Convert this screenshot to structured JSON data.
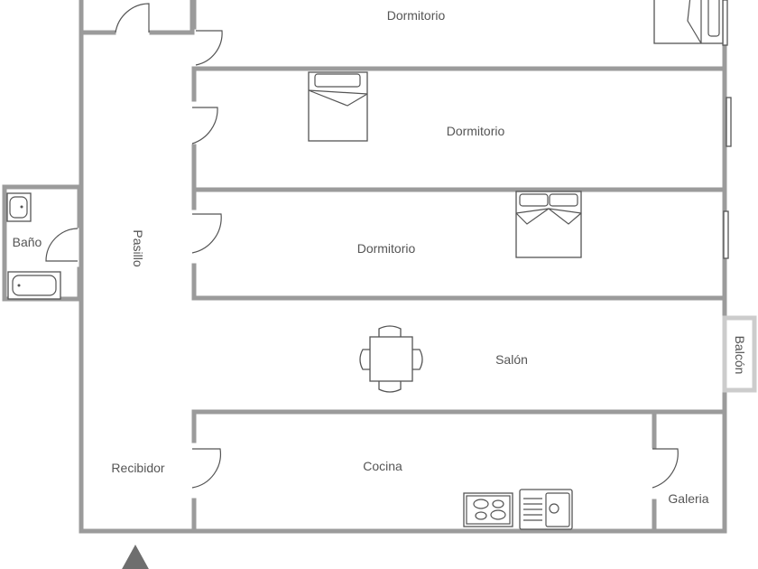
{
  "rooms": {
    "dormitorio_1": "Dormitorio",
    "dormitorio_2": "Dormitorio",
    "dormitorio_3": "Dormitorio",
    "pasillo": "Pasillo",
    "bano": "Baño",
    "salon": "Salón",
    "balcon": "Balcón",
    "recibidor": "Recibidor",
    "cocina": "Cocina",
    "galeria": "Galeria"
  },
  "colors": {
    "wall": "#9b9b9b",
    "line": "#555555",
    "entrance_arrow": "#6e6e6e"
  }
}
